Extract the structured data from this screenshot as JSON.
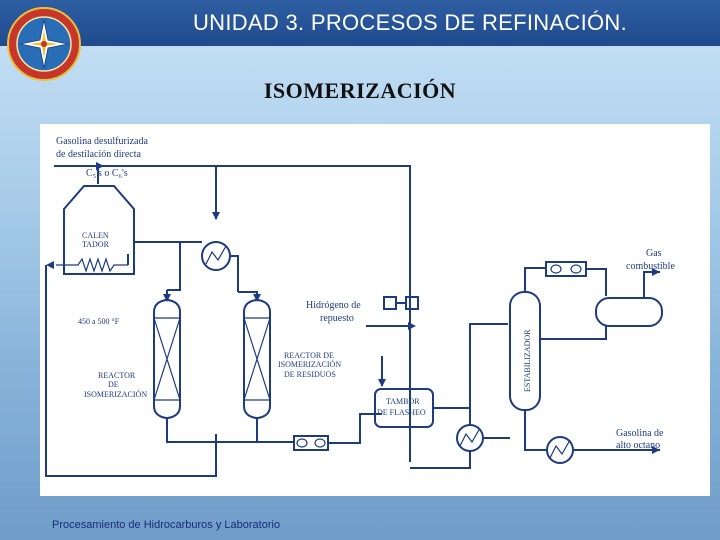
{
  "header": {
    "title": "UNIDAD  3.  PROCESOS DE REFINACIÓN."
  },
  "slide": {
    "title": "ISOMERIZACIÓN"
  },
  "diagram": {
    "labels": {
      "feed_line1": "Gasolina desulfurizada",
      "feed_line2": "de destilación directa",
      "feed_line3": "C₅'s o C₆'s",
      "heater_line1": "CALEN",
      "heater_line2": "TADOR",
      "temperature": "450 a 500 °F",
      "reactor1_line1": "REACTOR",
      "reactor1_line2": "DE",
      "reactor1_line3": "ISOMERIZACIÓN",
      "reactor2_line1": "REACTOR DE",
      "reactor2_line2": "ISOMERIZACIÓN",
      "reactor2_line3": "DE RESIDUOS",
      "hydrogen_line1": "Hidrógeno de",
      "hydrogen_line2": "repuesto",
      "flash_line1": "TAMBOR",
      "flash_line2": "DE FLASHEO",
      "stabilizer": "ESTABILIZADOR",
      "gas_line1": "Gas",
      "gas_line2": "combustible",
      "product_line1": "Gasolina de",
      "product_line2": "alto octano"
    }
  },
  "footer": {
    "text": "Procesamiento de Hidrocarburos y Laboratorio"
  }
}
